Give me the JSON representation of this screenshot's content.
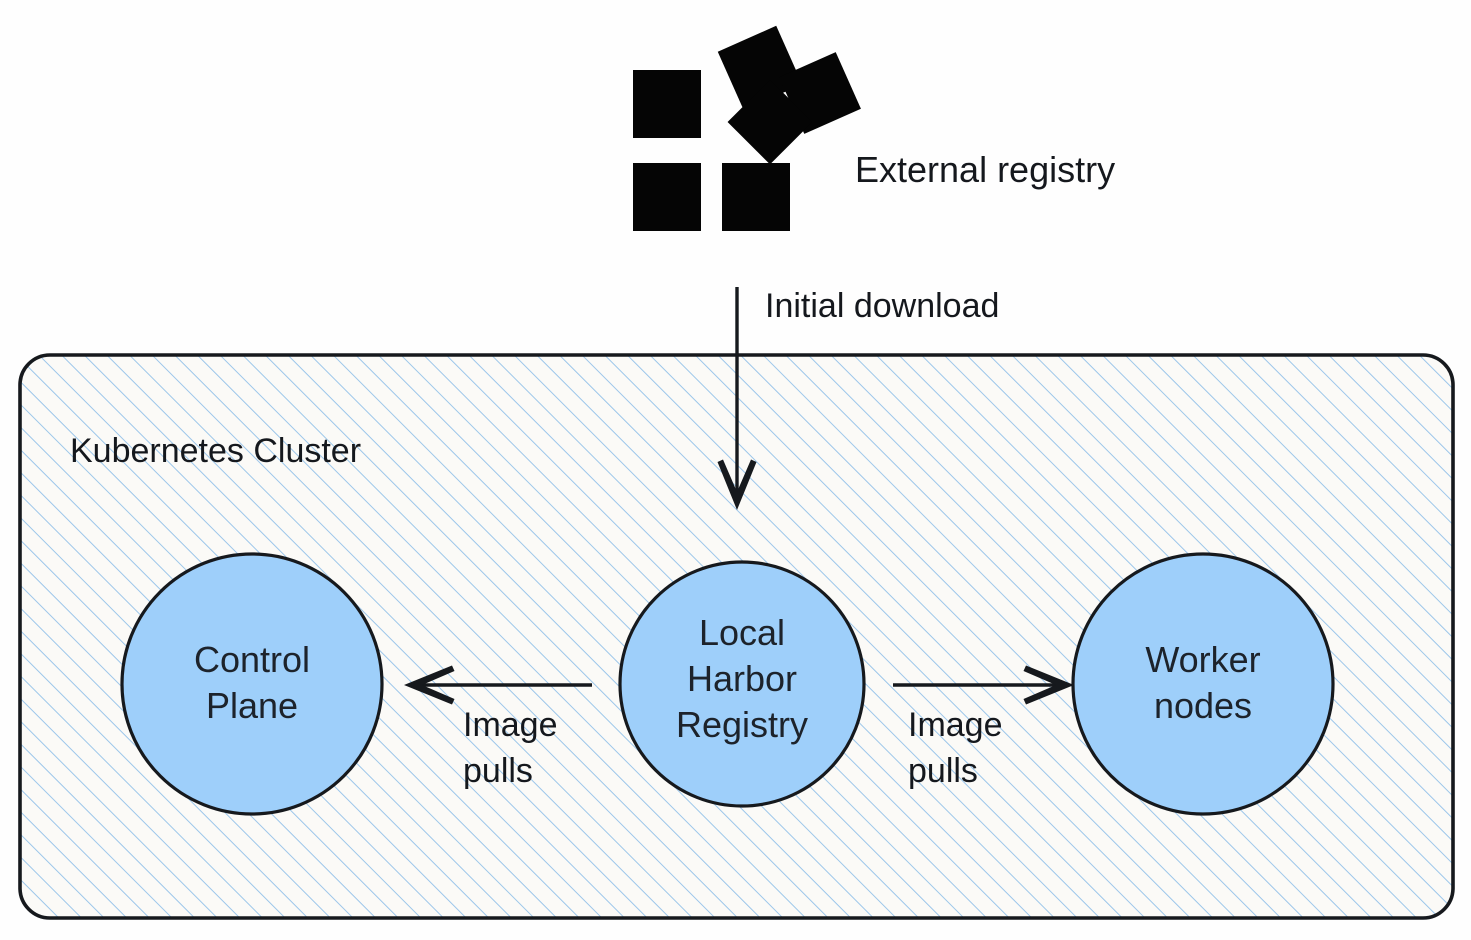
{
  "diagram": {
    "title": "Kubernetes cluster local Harbor registry image flow",
    "background_color": "#fefefe",
    "stroke_color": "#16191d",
    "node_fill_color": "#9ecffa",
    "hatch_color": "#9cc6ea",
    "zone_fill_color": "#fbfaf7"
  },
  "external": {
    "icon_name": "external-registry-icon",
    "label": "External registry"
  },
  "zone": {
    "label": "Kubernetes Cluster"
  },
  "nodes": [
    {
      "id": "control-plane",
      "lines": [
        "Control",
        "Plane"
      ]
    },
    {
      "id": "local-harbor-registry",
      "lines": [
        "Local",
        "Harbor",
        "Registry"
      ]
    },
    {
      "id": "worker-nodes",
      "lines": [
        "Worker",
        "nodes"
      ]
    }
  ],
  "edges": [
    {
      "id": "external-to-harbor",
      "label": "Initial download",
      "from": "external-registry",
      "to": "local-harbor-registry",
      "direction": "down"
    },
    {
      "id": "harbor-to-control-plane",
      "label_lines": [
        "Image",
        "pulls"
      ],
      "from": "local-harbor-registry",
      "to": "control-plane",
      "direction": "left"
    },
    {
      "id": "harbor-to-worker-nodes",
      "label_lines": [
        "Image",
        "pulls"
      ],
      "from": "local-harbor-registry",
      "to": "worker-nodes",
      "direction": "right"
    }
  ]
}
